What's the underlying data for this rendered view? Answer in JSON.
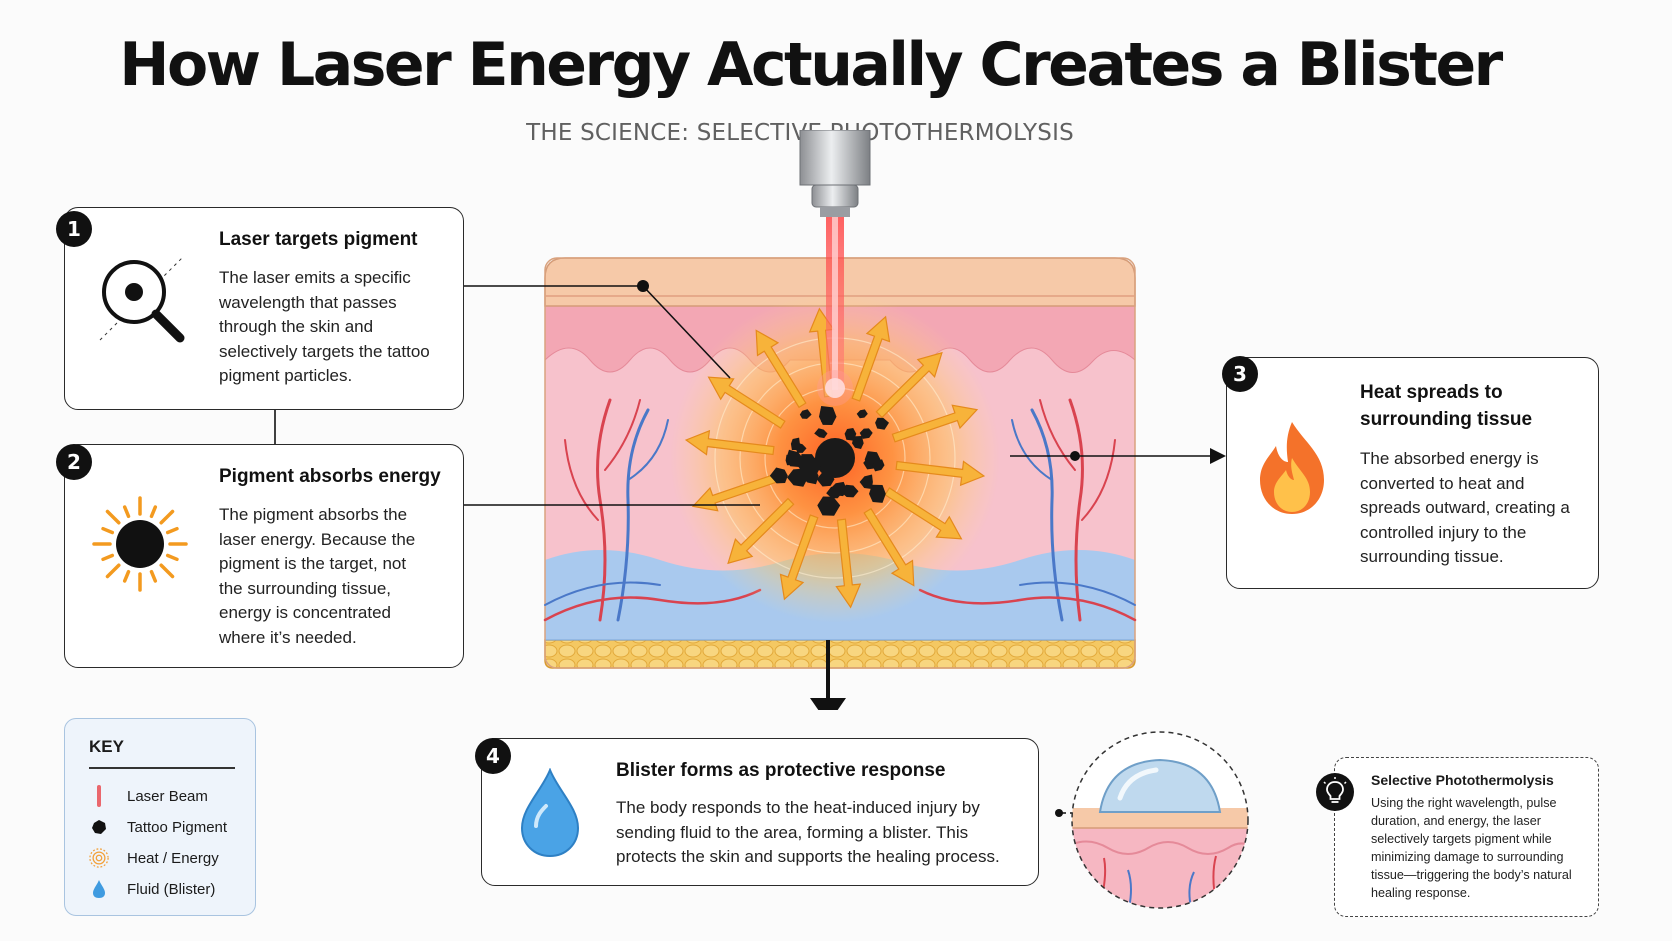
{
  "title": "How Laser Energy Actually Creates a Blister",
  "subtitle": "THE SCIENCE: SELECTIVE PHOTOTHERMOLYSIS",
  "steps": [
    {
      "number": "1",
      "title": "Laser targets pigment",
      "body": "The laser emits a specific wavelength that passes through the skin and selectively targets the tattoo pigment particles.",
      "icon": "magnifier-icon"
    },
    {
      "number": "2",
      "title": "Pigment absorbs energy",
      "body": "The pigment absorbs the laser energy. Because the pigment is the target, not the surrounding tissue, energy is concentrated where it’s needed.",
      "icon": "sun-icon"
    },
    {
      "number": "3",
      "title": "Heat spreads to surrounding tissue",
      "body": "The absorbed energy is converted to heat and spreads outward, creating a controlled injury to the surrounding tissue.",
      "icon": "flame-icon"
    },
    {
      "number": "4",
      "title": "Blister forms as protective response",
      "body": "The body responds to the heat-induced injury by sending fluid to the area, forming a blister. This protects the skin and supports the healing process.",
      "icon": "water-drop-icon"
    }
  ],
  "key": {
    "title": "KEY",
    "items": [
      {
        "label": "Laser Beam",
        "icon": "laser-beam-icon"
      },
      {
        "label": "Tattoo Pigment",
        "icon": "pigment-icon"
      },
      {
        "label": "Heat / Energy",
        "icon": "heat-icon"
      },
      {
        "label": "Fluid (Blister)",
        "icon": "fluid-icon"
      }
    ]
  },
  "note": {
    "title": "Selective Photothermolysis",
    "body": "Using the right wavelength, pulse duration, and energy, the laser selectively targets pigment while minimizing damage to surrounding tissue—triggering the body’s natural healing response.",
    "icon": "lightbulb-icon"
  },
  "colors": {
    "accent_orange": "#f39a1f",
    "laser_red": "#e8434a",
    "fluid_blue": "#3f9be0",
    "card_border": "#2a2a2a"
  }
}
